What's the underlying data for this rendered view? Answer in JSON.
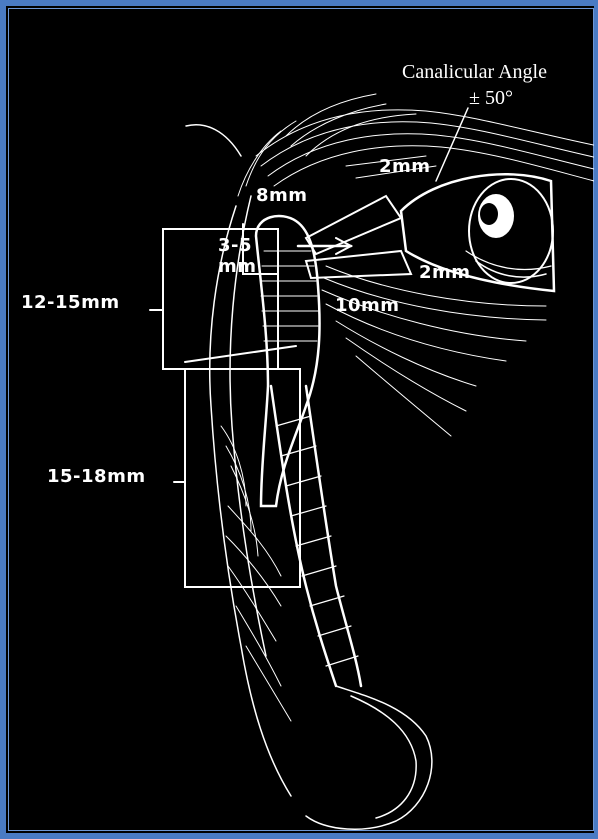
{
  "figure": {
    "frame_color": "#4a7bc4",
    "background": "#000000",
    "ink": "#ffffff"
  },
  "labels": {
    "canalicular_angle": "Canalicular Angle",
    "angle_value": "± 50°",
    "upper_canaliculus": "2mm",
    "lower_canaliculus": "2mm",
    "common_canaliculus": "8mm",
    "horizontal_canaliculus": "10mm",
    "sac_fundus_line1": "3-5",
    "sac_fundus_line2": "mm",
    "sac_body": "12-15mm",
    "nasolacrimal_duct": "15-18mm"
  }
}
